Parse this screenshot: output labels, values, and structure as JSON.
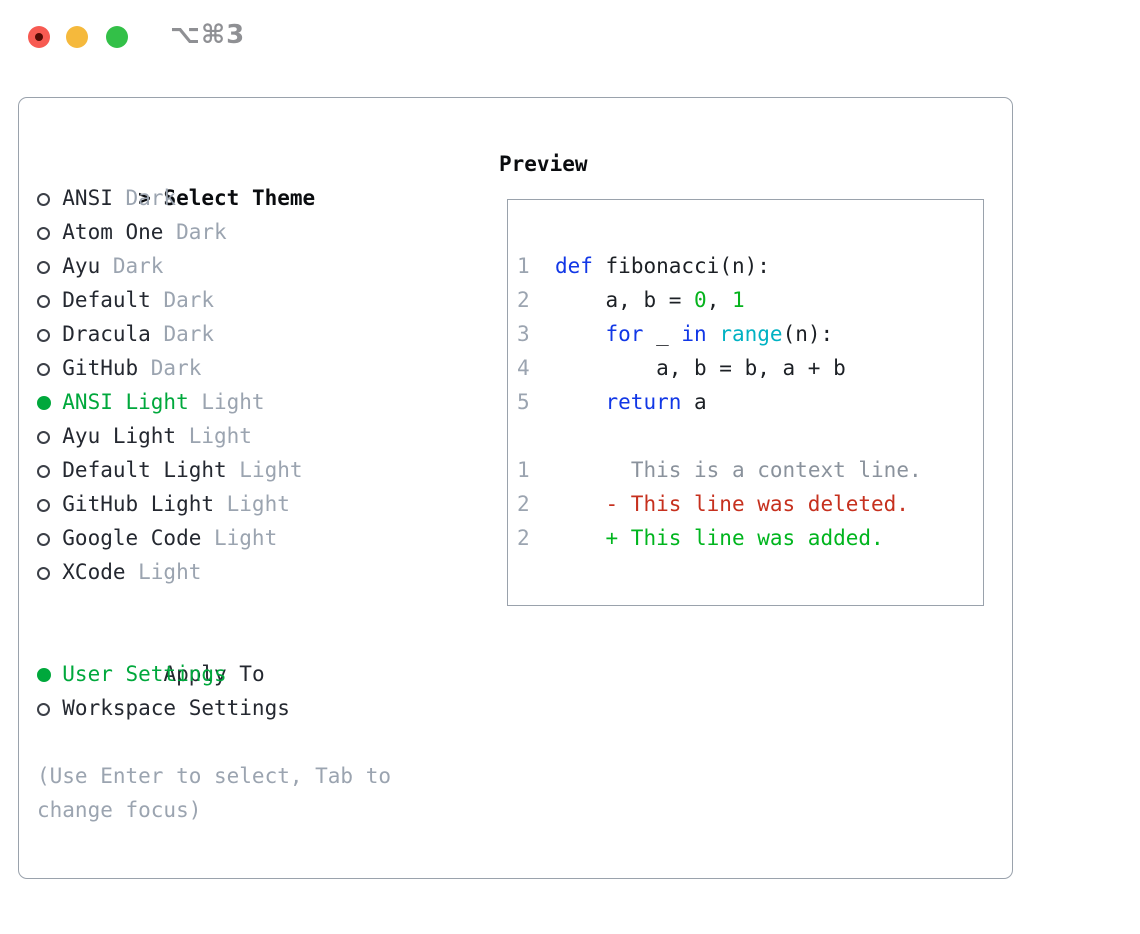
{
  "window": {
    "shortcut_label": "⌥⌘3"
  },
  "palette": {
    "text": "#242830",
    "code_text": "#1c2025",
    "header": "#0a0c0f",
    "muted": "#9ba4b0",
    "context": "#8a929c",
    "keyword": "#1137e6",
    "builtin": "#00b2c3",
    "number": "#06b31d",
    "added": "#00b51e",
    "deleted": "#c6301e",
    "selected": "#00a83c",
    "border": "#9aa2ac",
    "radio_ring": "#3c4048",
    "traffic_red": "#f75a52",
    "traffic_red_dot": "#530b05",
    "traffic_yellow": "#f5b93c",
    "traffic_green": "#33c048",
    "shortcut": "#8f9094"
  },
  "left_panel": {
    "header": {
      "marker": ">",
      "label": "Select Theme"
    },
    "themes": [
      {
        "label": "ANSI",
        "variant": "Dark",
        "selected": false
      },
      {
        "label": "Atom One",
        "variant": "Dark",
        "selected": false
      },
      {
        "label": "Ayu",
        "variant": "Dark",
        "selected": false
      },
      {
        "label": "Default",
        "variant": "Dark",
        "selected": false
      },
      {
        "label": "Dracula",
        "variant": "Dark",
        "selected": false
      },
      {
        "label": "GitHub",
        "variant": "Dark",
        "selected": false
      },
      {
        "label": "ANSI Light",
        "variant": "Light",
        "selected": true
      },
      {
        "label": "Ayu Light",
        "variant": "Light",
        "selected": false
      },
      {
        "label": "Default Light",
        "variant": "Light",
        "selected": false
      },
      {
        "label": "GitHub Light",
        "variant": "Light",
        "selected": false
      },
      {
        "label": "Google Code",
        "variant": "Light",
        "selected": false
      },
      {
        "label": "XCode",
        "variant": "Light",
        "selected": false
      }
    ],
    "apply_to": {
      "header": "Apply To",
      "options": [
        {
          "label": "User Settings",
          "selected": true
        },
        {
          "label": "Workspace Settings",
          "selected": false
        }
      ]
    },
    "hint": "(Use Enter to select, Tab to change focus)"
  },
  "preview": {
    "title": "Preview",
    "lines": [
      {
        "num": "1",
        "tokens": [
          [
            "  ",
            "plain"
          ],
          [
            "def",
            "keyword"
          ],
          [
            " fibonacci(n):",
            "plain"
          ]
        ]
      },
      {
        "num": "2",
        "tokens": [
          [
            "      ",
            "plain"
          ],
          [
            "a, b = ",
            "plain"
          ],
          [
            "0",
            "number"
          ],
          [
            ", ",
            "plain"
          ],
          [
            "1",
            "number"
          ]
        ]
      },
      {
        "num": "3",
        "tokens": [
          [
            "      ",
            "plain"
          ],
          [
            "for",
            "keyword"
          ],
          [
            " _ ",
            "plain"
          ],
          [
            "in",
            "keyword"
          ],
          [
            " ",
            "plain"
          ],
          [
            "range",
            "builtin"
          ],
          [
            "(n):",
            "plain"
          ]
        ]
      },
      {
        "num": "4",
        "tokens": [
          [
            "          ",
            "plain"
          ],
          [
            "a, b = b, a + b",
            "plain"
          ]
        ]
      },
      {
        "num": "5",
        "tokens": [
          [
            "      ",
            "plain"
          ],
          [
            "return",
            "keyword"
          ],
          [
            " a",
            "plain"
          ]
        ]
      },
      {
        "num": "",
        "tokens": []
      },
      {
        "num": "1",
        "tokens": [
          [
            "        ",
            "plain"
          ],
          [
            "This is a context line.",
            "context"
          ]
        ]
      },
      {
        "num": "2",
        "tokens": [
          [
            "      ",
            "plain"
          ],
          [
            "- This line was deleted.",
            "deleted"
          ]
        ]
      },
      {
        "num": "2",
        "tokens": [
          [
            "      ",
            "plain"
          ],
          [
            "+ This line was added.",
            "added"
          ]
        ]
      }
    ]
  }
}
